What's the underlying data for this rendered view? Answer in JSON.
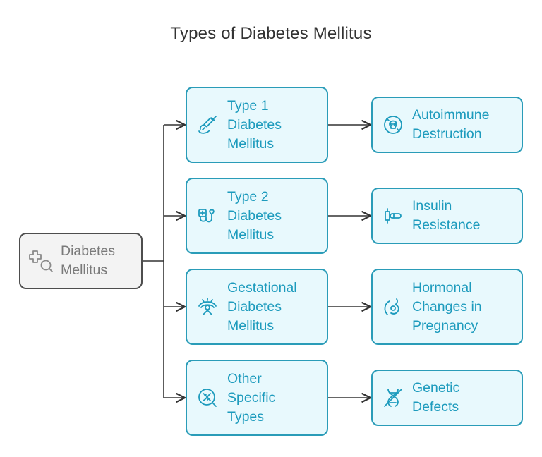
{
  "title": "Types of Diabetes Mellitus",
  "colors": {
    "accent": "#1d9bbd",
    "node_border": "#2a9cb8",
    "node_fill": "#e8f9fd",
    "root_fill": "#f3f3f3",
    "root_border": "#4d4d4d",
    "connector": "#333333"
  },
  "root": {
    "label": "Diabetes\nMellitus",
    "icon": "medical-search-icon"
  },
  "branches": [
    {
      "type": {
        "label": "Type 1\nDiabetes\nMellitus",
        "icon": "syringe-icon"
      },
      "cause": {
        "label": "Autoimmune\nDestruction",
        "icon": "skull-badge-icon"
      }
    },
    {
      "type": {
        "label": "Type 2\nDiabetes\nMellitus",
        "icon": "stethoscope-icon"
      },
      "cause": {
        "label": "Insulin\nResistance",
        "icon": "insulin-pen-icon"
      }
    },
    {
      "type": {
        "label": "Gestational\nDiabetes\nMellitus",
        "icon": "pregnancy-icon"
      },
      "cause": {
        "label": "Hormonal\nChanges in\nPregnancy",
        "icon": "fetus-icon"
      }
    },
    {
      "type": {
        "label": "Other\nSpecific\nTypes",
        "icon": "dna-search-icon"
      },
      "cause": {
        "label": "Genetic\nDefects",
        "icon": "dna-crossed-icon"
      }
    }
  ]
}
